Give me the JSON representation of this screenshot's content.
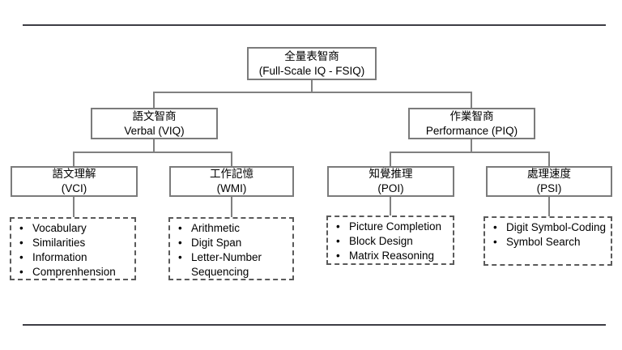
{
  "diagram": {
    "title_implied": "",
    "root": {
      "zh": "全量表智商",
      "en": "(Full-Scale IQ - FSIQ)"
    },
    "level2": [
      {
        "id": "viq",
        "zh": "語文智商",
        "en": "Verbal (VIQ)"
      },
      {
        "id": "piq",
        "zh": "作業智商",
        "en": "Performance (PIQ)"
      }
    ],
    "level3": [
      {
        "id": "vci",
        "zh": "語文理解",
        "en": "(VCI)"
      },
      {
        "id": "wmi",
        "zh": "工作記憶",
        "en": "(WMI)"
      },
      {
        "id": "poi",
        "zh": "知覺推理",
        "en": "(POI)"
      },
      {
        "id": "psi",
        "zh": "處理速度",
        "en": "(PSI)"
      }
    ],
    "subtests": [
      {
        "parent": "vci",
        "items": [
          "Vocabulary",
          "Similarities",
          "Information",
          "Comprenhension"
        ]
      },
      {
        "parent": "wmi",
        "items": [
          "Arithmetic",
          "Digit Span",
          "Letter-Number Sequencing"
        ]
      },
      {
        "parent": "poi",
        "items": [
          "Picture Completion",
          "Block Design",
          "Matrix Reasoning"
        ]
      },
      {
        "parent": "psi",
        "items": [
          "Digit Symbol-Coding",
          "Symbol Search"
        ]
      }
    ],
    "colors": {
      "box_border": "#7b7b7b",
      "dashed_border": "#5a5a5a",
      "connector": "#808080",
      "divider_rule": "#3d3d44",
      "text": "#000000",
      "background": "#ffffff"
    }
  }
}
